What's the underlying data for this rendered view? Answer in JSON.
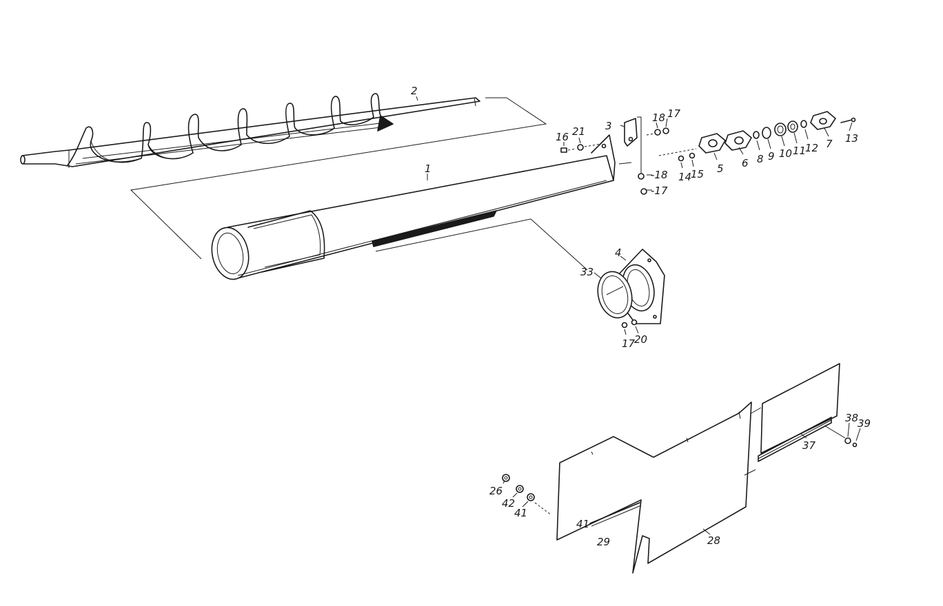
{
  "labels": {
    "p1": "1",
    "p2": "2",
    "p3": "3",
    "p4": "4",
    "p5": "5",
    "p6": "6",
    "p7": "7",
    "p8": "8",
    "p9": "9",
    "p10": "10",
    "p11": "11",
    "p12": "12",
    "p13": "13",
    "p14": "14",
    "p15": "15",
    "p16": "16",
    "p17a": "17",
    "p17b": "-17",
    "p17c": "17",
    "p18a": "18",
    "p18b": "-18",
    "p20": "20",
    "p21": "21",
    "p26": "26",
    "p28": "28",
    "p29": "29",
    "p33": "33",
    "p37": "37",
    "p38": "38",
    "p39": "39",
    "p41a": "41",
    "p41b": "41",
    "p42": "42"
  },
  "colors": {
    "ink": "#1a1a1a",
    "paper": "#ffffff"
  }
}
